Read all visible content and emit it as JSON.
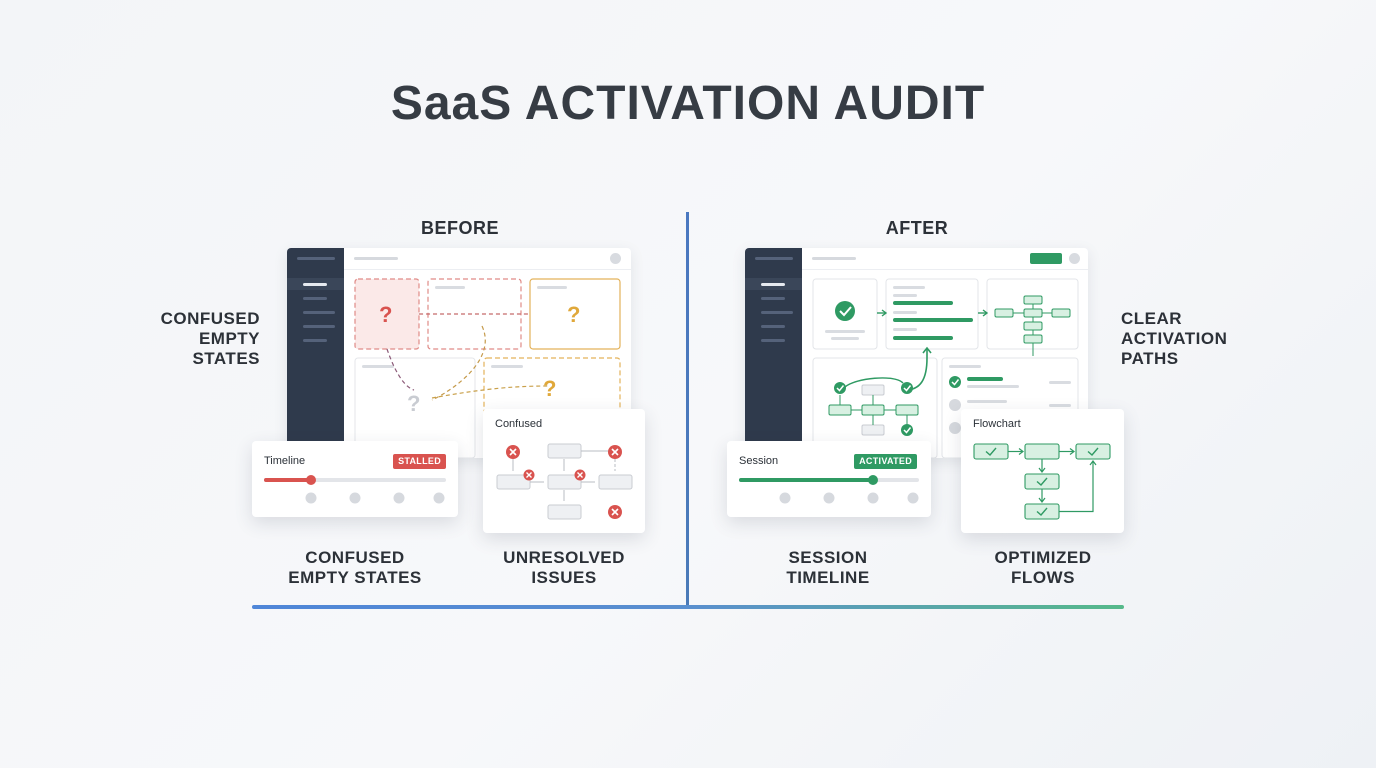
{
  "title": "SaaS ACTIVATION AUDIT",
  "before": {
    "heading": "BEFORE",
    "side_label": [
      "CONFUSED",
      "EMPTY",
      "STATES"
    ],
    "question_marks": [
      "?",
      "?",
      "?",
      "?"
    ],
    "timeline_card": {
      "title": "Timeline",
      "badge": "STALLED"
    },
    "confused_card": {
      "title": "Confused"
    },
    "caption_left": [
      "CONFUSED",
      "EMPTY STATES"
    ],
    "caption_right": [
      "UNRESOLVED",
      "ISSUES"
    ]
  },
  "after": {
    "heading": "AFTER",
    "side_label": [
      "CLEAR",
      "ACTIVATION",
      "PATHS"
    ],
    "session_card": {
      "title": "Session",
      "badge": "ACTIVATED"
    },
    "flowchart_card": {
      "title": "Flowchart"
    },
    "caption_left": [
      "SESSION",
      "TIMELINE"
    ],
    "caption_right": [
      "OPTIMIZED",
      "FLOWS"
    ]
  },
  "colors": {
    "red": "#d9534f",
    "amber": "#e0a83a",
    "green": "#2f9a63",
    "navy": "#2f3a4c",
    "divider": "#4a78c0"
  }
}
